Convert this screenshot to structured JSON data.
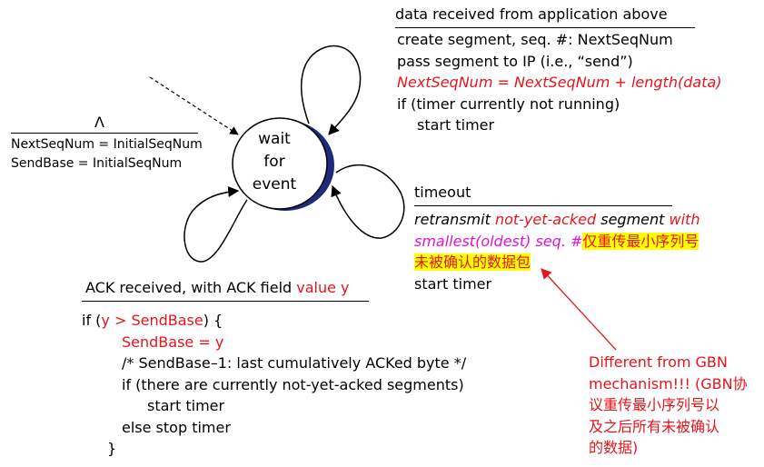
{
  "colors": {
    "text": "#000000",
    "emphasis_red": "#e8141b",
    "emphasis_magenta": "#e010e0",
    "highlight": "#ffff00",
    "state_shadow": "#1e2a7a"
  },
  "state": {
    "label_lines": [
      "wait",
      "for",
      "event"
    ]
  },
  "initial": {
    "event": "Λ",
    "actions": [
      "NextSeqNum = InitialSeqNum",
      "SendBase = InitialSeqNum"
    ]
  },
  "data_event": {
    "event": "data received from application above",
    "action1": "create segment, seq. #: NextSeqNum",
    "action2": "pass segment to IP (i.e., “send”)",
    "action3": "NextSeqNum = NextSeqNum + length(data)",
    "action4": "if (timer currently not running)",
    "action5": "start timer"
  },
  "timeout_event": {
    "event": "timeout",
    "l1_a": "retransmit ",
    "l1_b": "not-yet-acked",
    "l1_c": " segment ",
    "l1_d": "with",
    "l2_a": "smallest(oldest) seq. #",
    "l2_b": "仅重传最小序列号",
    "l3": "未被确认的数据包",
    "l4": "start timer"
  },
  "ack_event": {
    "event_a": "ACK received, with ACK field ",
    "event_b": "value y",
    "l1_a": "if (",
    "l1_b": "y > SendBase",
    "l1_c": ") {",
    "l2": "SendBase = y",
    "l3": "/* SendBase–1: last cumulatively ACKed byte */",
    "l4": "if (there are currently not-yet-acked segments)",
    "l5": "start timer",
    "l6": "else stop timer",
    "l7": "}"
  },
  "note": {
    "lines": [
      "Different from GBN",
      "mechanism!!! (GBN协",
      "议重传最小序列号以",
      "及之后所有未被确认",
      "的数据)"
    ]
  }
}
